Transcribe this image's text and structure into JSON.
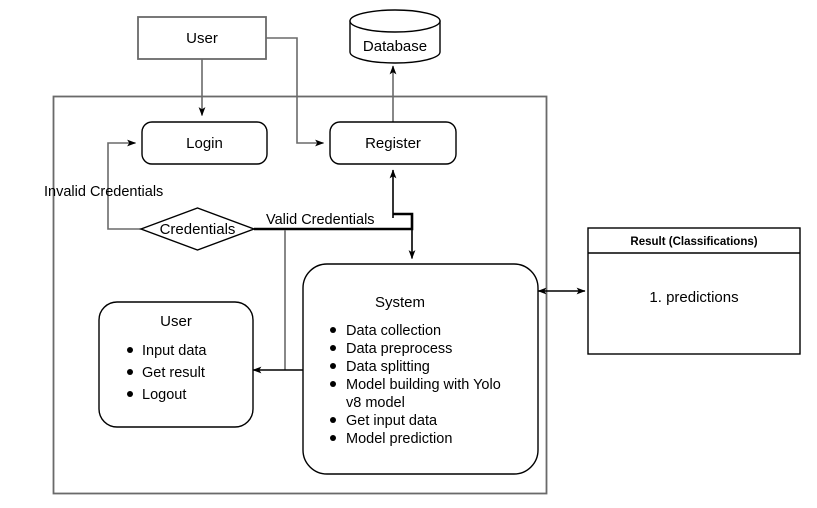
{
  "diagram": {
    "title": "System architecture flowchart",
    "colors": {
      "shape_stroke": "#000000",
      "gray_stroke": "#6a6a6a",
      "background": "#ffffff",
      "text": "#000000"
    },
    "nodes": {
      "user_top": {
        "label": "User",
        "shape": "rectangle"
      },
      "database": {
        "label": "Database",
        "shape": "cylinder"
      },
      "login": {
        "label": "Login",
        "shape": "rounded-rectangle"
      },
      "register": {
        "label": "Register",
        "shape": "rounded-rectangle"
      },
      "credentials": {
        "label": "Credentials",
        "shape": "diamond"
      },
      "user_bottom": {
        "label": "User",
        "shape": "rounded-rectangle",
        "items": [
          "Input data",
          "Get result",
          "Logout"
        ]
      },
      "system": {
        "label": "System",
        "shape": "rounded-rectangle",
        "items": [
          "Data collection",
          "Data preprocess",
          "Data splitting",
          "Model building with Yolo",
          "v8 model",
          "Get input data",
          "Model prediction"
        ]
      },
      "result": {
        "header": "Result (Classifications)",
        "shape": "table",
        "body": "1. predictions"
      }
    },
    "edges": [
      {
        "from": "user_top",
        "to": "login",
        "label": ""
      },
      {
        "from": "user_top",
        "to": "register",
        "label": ""
      },
      {
        "from": "register",
        "to": "database",
        "label": ""
      },
      {
        "from": "credentials",
        "to": "login",
        "label": "Invalid Credentials"
      },
      {
        "from": "credentials",
        "to": "register",
        "label": "Valid Credentials"
      },
      {
        "from": "credentials",
        "to": "system",
        "label": ""
      },
      {
        "from": "system",
        "to": "user_bottom",
        "label": ""
      },
      {
        "from": "system",
        "to": "result",
        "label": ""
      }
    ],
    "edge_labels": {
      "invalid_credentials": "Invalid Credentials",
      "valid_credentials": "Valid Credentials"
    }
  }
}
